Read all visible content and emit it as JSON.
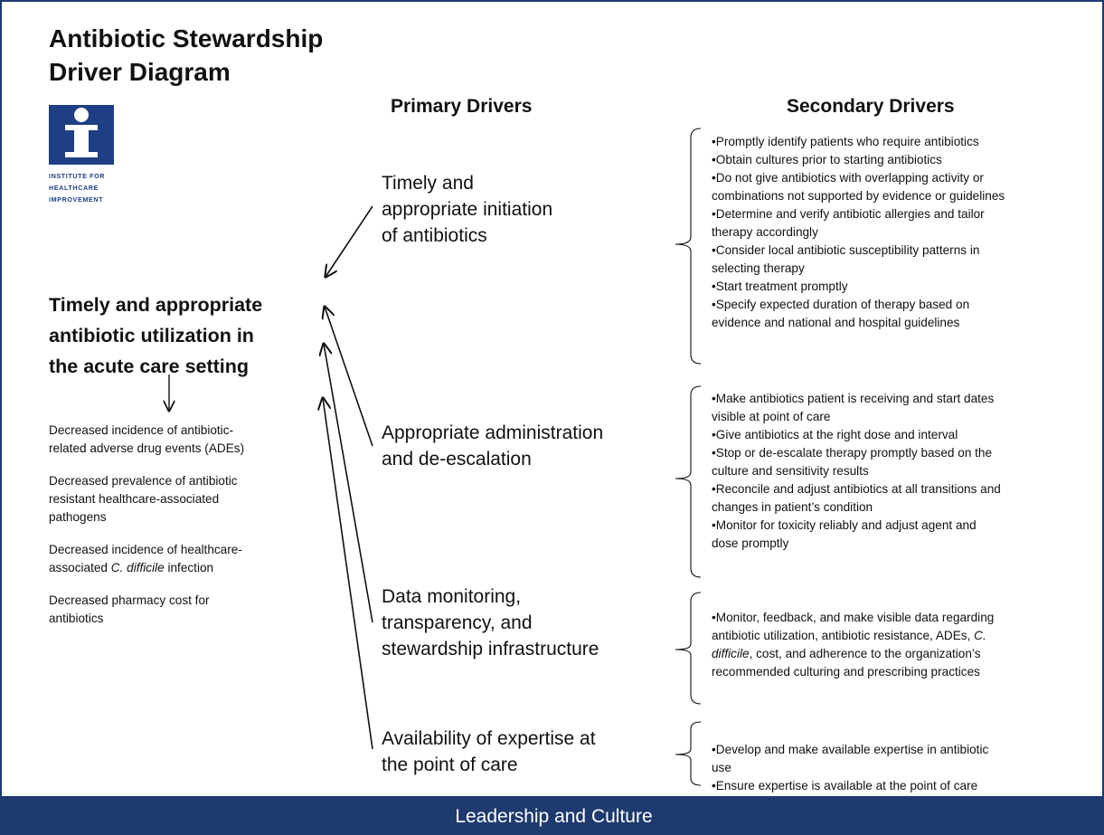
{
  "title_line1": "Antibiotic Stewardship",
  "title_line2": "Driver Diagram",
  "logo": {
    "name": "ihi-logo",
    "color": "#1f3f84",
    "line1": "Institute for",
    "line2": "Healthcare",
    "line3": "Improvement"
  },
  "primary_header": "Primary Drivers",
  "secondary_header": "Secondary Drivers",
  "aim": {
    "line1": "Timely and appropriate",
    "line2": "antibiotic utilization in",
    "line3": "the acute care setting"
  },
  "outcomes": [
    {
      "lines": [
        "Decreased  incidence of antibiotic-",
        "related adverse drug events (ADEs)"
      ]
    },
    {
      "lines": [
        "Decreased prevalence of antibiotic",
        "resistant healthcare-associated",
        "pathogens"
      ]
    },
    {
      "pre": "Decreased incidence of healthcare-",
      "pre2": "associated ",
      "italic": "C. difficile",
      "post": " infection"
    },
    {
      "lines": [
        "Decreased pharmacy cost for",
        "antibiotics"
      ]
    }
  ],
  "primary_drivers": [
    {
      "lines": [
        "Timely and",
        "appropriate initiation",
        "of antibiotics"
      ]
    },
    {
      "lines": [
        "Appropriate administration",
        "and de-escalation"
      ]
    },
    {
      "lines": [
        "Data monitoring,",
        "transparency, and",
        "stewardship infrastructure"
      ]
    },
    {
      "lines": [
        "Availability of expertise at",
        "the point of care"
      ]
    }
  ],
  "secondary_drivers": [
    {
      "lines": [
        "•Promptly identify patients who require antibiotics",
        "•Obtain cultures prior to starting antibiotics",
        "•Do not give antibiotics with overlapping activity or",
        "combinations not supported by evidence or guidelines",
        "•Determine and verify antibiotic allergies and tailor",
        "therapy accordingly",
        "•Consider local antibiotic susceptibility patterns in",
        "selecting therapy",
        "•Start treatment promptly",
        "•Specify expected duration of therapy based on",
        "evidence and national and hospital guidelines"
      ]
    },
    {
      "lines": [
        "•Make antibiotics patient is receiving and start dates",
        "visible at point of care",
        "•Give antibiotics at the right dose and interval",
        "•Stop or de-escalate therapy promptly based on the",
        "culture and sensitivity results",
        "•Reconcile and adjust antibiotics at all transitions and",
        "changes in patient’s condition",
        "•Monitor for toxicity reliably and adjust agent and",
        "dose promptly"
      ]
    },
    {
      "l1": "•Monitor, feedback, and make visible data regarding",
      "l2a": "antibiotic utilization, antibiotic resistance, ADEs, ",
      "l2b": "C.",
      "l3a": "difficile",
      "l3b": ", cost, and adherence to the organization’s",
      "l4": "recommended culturing and prescribing practices"
    },
    {
      "lines": [
        "•Develop and make available expertise in antibiotic",
        "use",
        "•Ensure expertise is available at the point of care"
      ]
    }
  ],
  "footer": "Leadership and Culture",
  "colors": {
    "navy": "#1e3a6e",
    "logo_blue": "#1f3f84"
  }
}
